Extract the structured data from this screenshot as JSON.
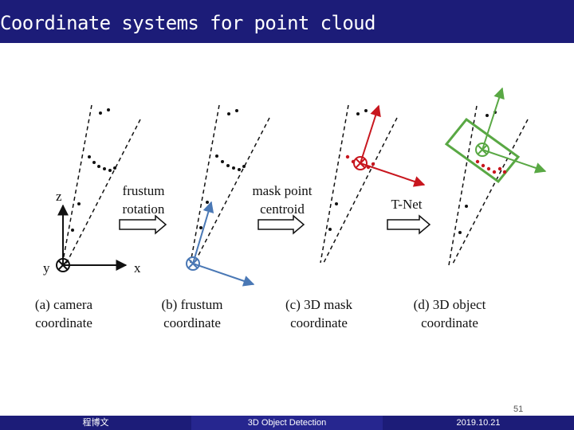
{
  "slide": {
    "title": "Coordinate systems for point cloud",
    "page_number": "51"
  },
  "figure": {
    "axis_labels": {
      "z": "z",
      "y": "y",
      "x": "x"
    },
    "arrows": [
      {
        "line1": "frustum",
        "line2": "rotation"
      },
      {
        "line1": "mask point",
        "line2": "centroid"
      },
      {
        "line1": "T-Net",
        "line2": ""
      }
    ],
    "captions": [
      {
        "line1": "(a) camera",
        "line2": "coordinate"
      },
      {
        "line1": "(b) frustum",
        "line2": "coordinate"
      },
      {
        "line1": "(c) 3D mask",
        "line2": "coordinate"
      },
      {
        "line1": "(d) 3D object",
        "line2": "coordinate"
      }
    ],
    "colors": {
      "blue": "#4a78b5",
      "red": "#c8161e",
      "green": "#59a844"
    }
  },
  "footer": {
    "author": "程博文",
    "topic": "3D Object Detection",
    "date": "2019.10.21"
  },
  "theme": {
    "bar": "#1c1c78"
  }
}
